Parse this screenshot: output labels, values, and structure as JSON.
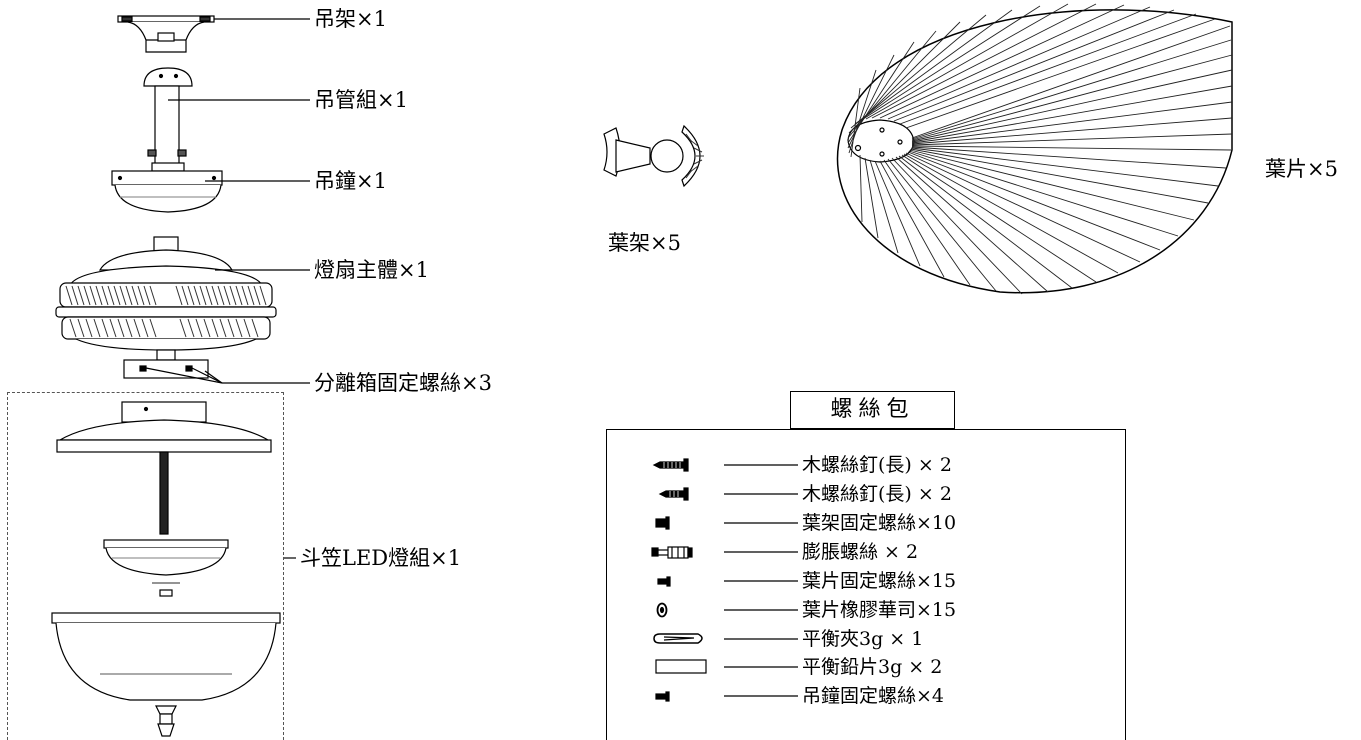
{
  "parts": {
    "bracket": "吊架×1",
    "downrod": "吊管組×1",
    "canopy": "吊鐘×1",
    "motor": "燈扇主體×1",
    "separator_screws": "分離箱固定螺絲×3",
    "light_kit": "斗笠LED燈組×1",
    "blade_arm": "葉架×5",
    "blade": "葉片×5"
  },
  "hardware_kit": {
    "title": "螺絲包",
    "items": [
      {
        "icon": "long-wood-screw-icon",
        "label": "木螺絲釘(長) × 2"
      },
      {
        "icon": "short-wood-screw-icon",
        "label": "木螺絲釘(長) × 2"
      },
      {
        "icon": "blade-arm-screw-icon",
        "label": "葉架固定螺絲×10"
      },
      {
        "icon": "expansion-bolt-icon",
        "label": "膨脹螺絲 × 2"
      },
      {
        "icon": "blade-screw-icon",
        "label": "葉片固定螺絲×15"
      },
      {
        "icon": "rubber-washer-icon",
        "label": "葉片橡膠華司×15"
      },
      {
        "icon": "balance-clip-icon",
        "label": "平衡夾3g × 1"
      },
      {
        "icon": "balance-weight-icon",
        "label": "平衡鉛片3g × 2"
      },
      {
        "icon": "canopy-screw-icon",
        "label": "吊鐘固定螺絲×4"
      }
    ]
  }
}
